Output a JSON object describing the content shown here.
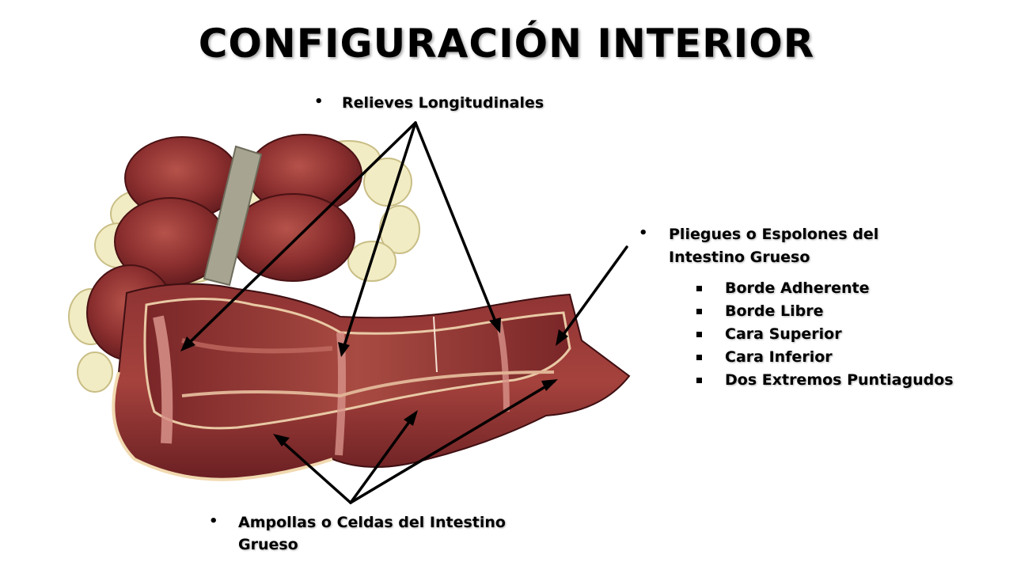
{
  "slide": {
    "title": "CONFIGURACIÓN INTERIOR"
  },
  "labels": {
    "relieves": "Relieves Longitudinales",
    "pliegues_line1": "Pliegues o Espolones del",
    "pliegues_line2": "Intestino Grueso",
    "ampollas_line1": "Ampollas o Celdas del Intestino",
    "ampollas_line2": "Grueso"
  },
  "sub_items": [
    "Borde Adherente",
    "Borde Libre",
    "Cara Superior",
    "Cara Inferior",
    "Dos Extremos Puntiagudos"
  ],
  "colors": {
    "tissue_dark": "#6e1f22",
    "tissue_mid": "#9b3a37",
    "tissue_light": "#c97a6c",
    "fat": "#f2ecc4",
    "band": "#a7a591"
  }
}
